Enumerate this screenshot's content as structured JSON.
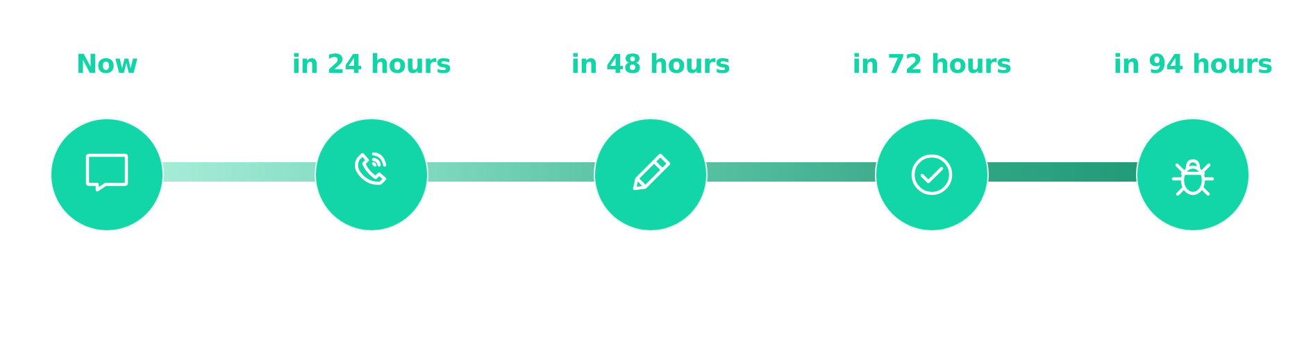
{
  "colors": {
    "accent": "#13d6a8",
    "label_text": "#13d4a6",
    "icon_stroke": "#ffffff",
    "connector_1": [
      "#a6ecd7",
      "#8adfc6"
    ],
    "connector_2": [
      "#7fd9be",
      "#5ec5a6"
    ],
    "connector_3": [
      "#55c1a1",
      "#40ad8e"
    ],
    "connector_4": [
      "#2fa583",
      "#229b79"
    ]
  },
  "steps": [
    {
      "label": "Now",
      "icon": "chat-bubble-icon"
    },
    {
      "label": "in 24 hours",
      "icon": "phone-call-icon"
    },
    {
      "label": "in 48 hours",
      "icon": "pencil-icon"
    },
    {
      "label": "in 72 hours",
      "icon": "check-circle-icon"
    },
    {
      "label": "in 94 hours",
      "icon": "bug-icon"
    }
  ]
}
